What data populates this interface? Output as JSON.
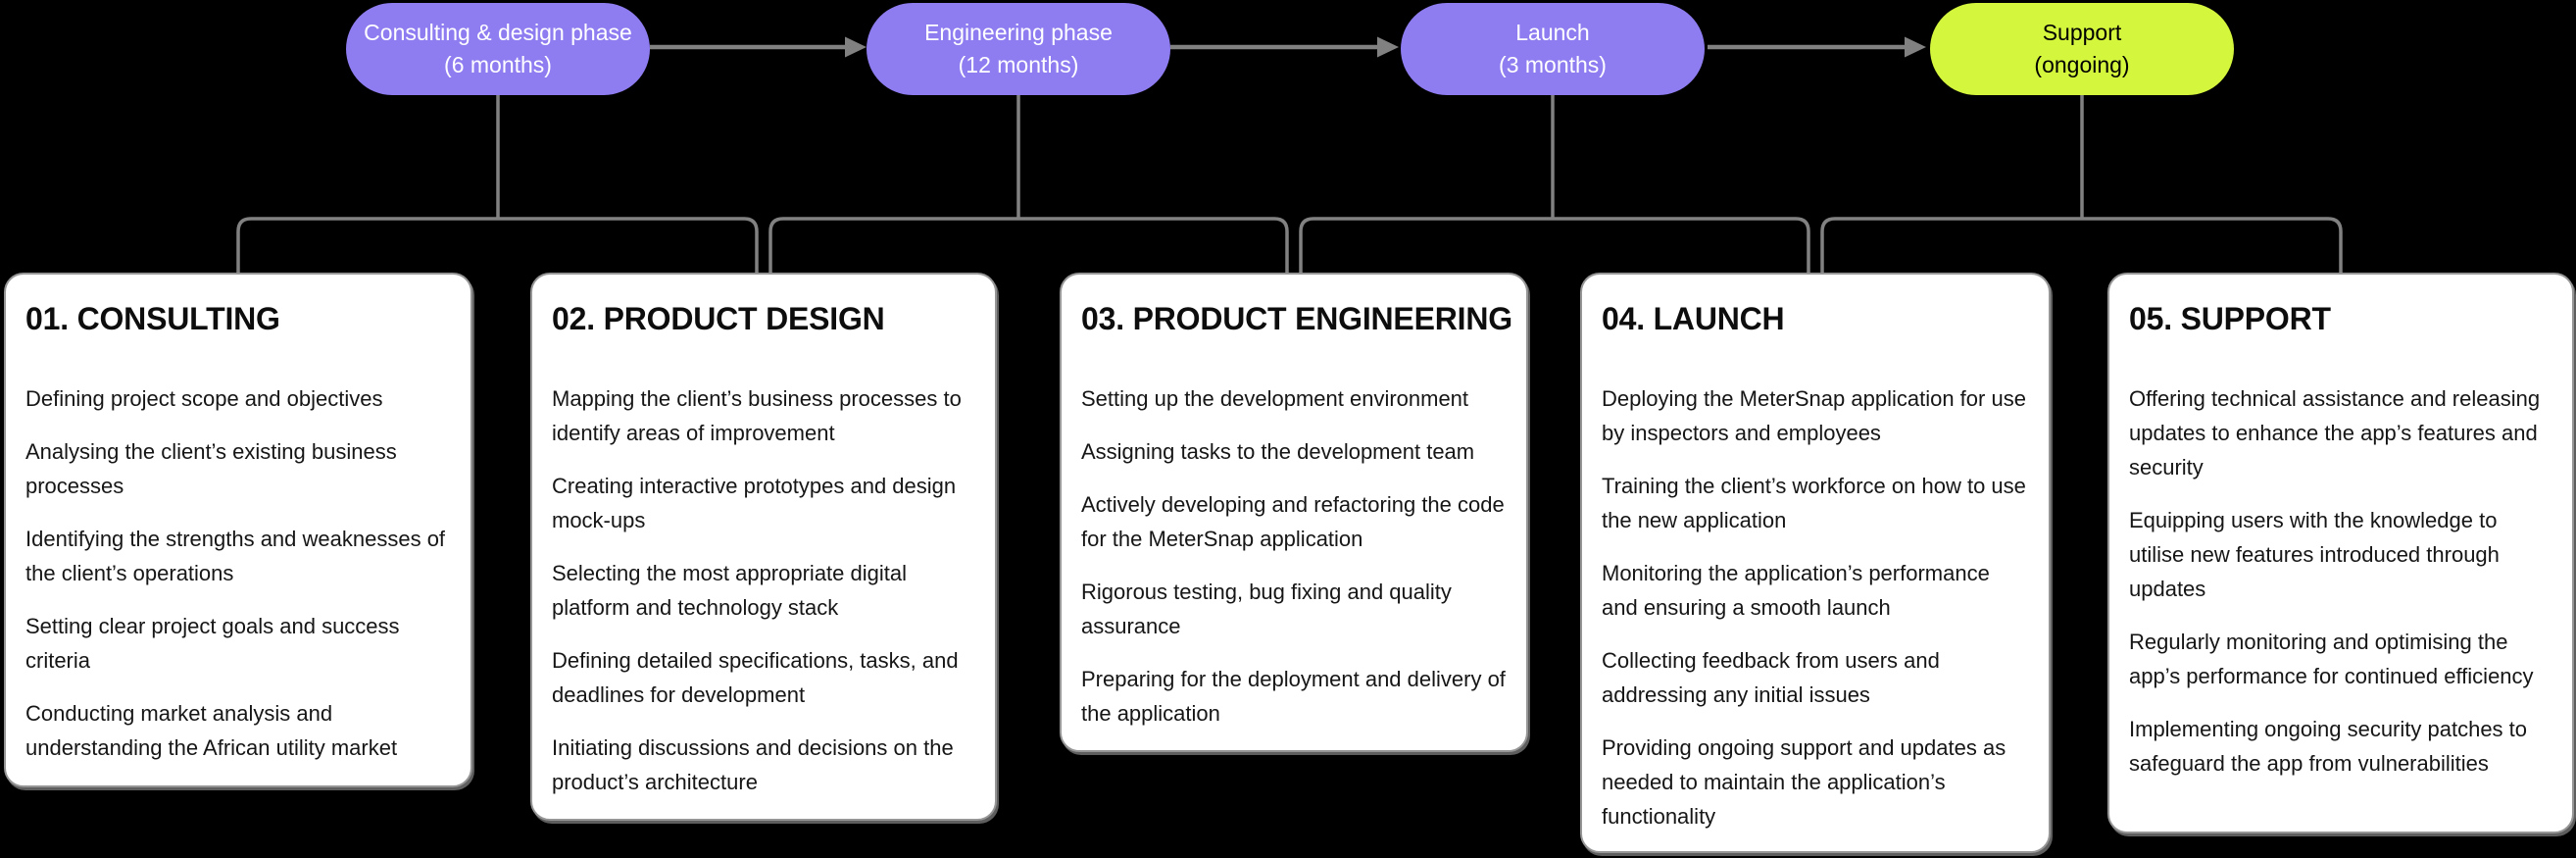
{
  "colors": {
    "bg": "#000000",
    "pill-purple": "#8e7cf1",
    "pill-green": "#d4f63d",
    "pill-text-light": "#ffffff",
    "pill-text-dark": "#000000",
    "connector": "#818181",
    "card-bg": "#ffffff",
    "card-border": "#969696",
    "card-text": "#161616"
  },
  "pills": [
    {
      "label": "Consulting & design phase",
      "duration": "(6 months)"
    },
    {
      "label": "Engineering phase",
      "duration": "(12 months)"
    },
    {
      "label": "Launch",
      "duration": "(3 months)"
    },
    {
      "label": "Support",
      "duration": "(ongoing)"
    }
  ],
  "cards": [
    {
      "title": "01. CONSULTING",
      "items": [
        "Defining project scope and objectives",
        "Analysing the client’s existing business processes",
        "Identifying the strengths and weaknesses of the client’s operations",
        "Setting clear project goals and success criteria",
        "Conducting market analysis and understanding the African utility market"
      ]
    },
    {
      "title": "02. PRODUCT DESIGN",
      "items": [
        "Mapping the client’s business processes to identify areas of improvement",
        "Creating interactive prototypes and design mock-ups",
        "Selecting the most appropriate digital platform and technology stack",
        "Defining detailed specifications, tasks, and deadlines for development",
        "Initiating discussions and decisions on the product’s architecture"
      ]
    },
    {
      "title": "03. PRODUCT ENGINEERING",
      "items": [
        "Setting up the development environment",
        "Assigning tasks to the development team",
        "Actively developing and refactoring the code for the MeterSnap application",
        "Rigorous testing, bug fixing and quality assurance",
        "Preparing for the deployment and delivery of the application"
      ]
    },
    {
      "title": "04. LAUNCH",
      "items": [
        "Deploying the MeterSnap application for use by inspectors and employees",
        "Training the client’s workforce on how to use the new application",
        "Monitoring the application’s performance and ensuring a smooth launch",
        "Collecting feedback from users and addressing any initial issues",
        "Providing ongoing support and updates as needed to maintain the application’s functionality"
      ]
    },
    {
      "title": "05. SUPPORT",
      "items": [
        "Offering technical assistance and releasing updates to enhance the app’s features and security",
        "Equipping users with the knowledge to utilise new features introduced through updates",
        "Regularly monitoring and optimising the app’s performance for continued efficiency",
        "Implementing ongoing security patches to safeguard the app from vulnerabilities"
      ]
    }
  ]
}
